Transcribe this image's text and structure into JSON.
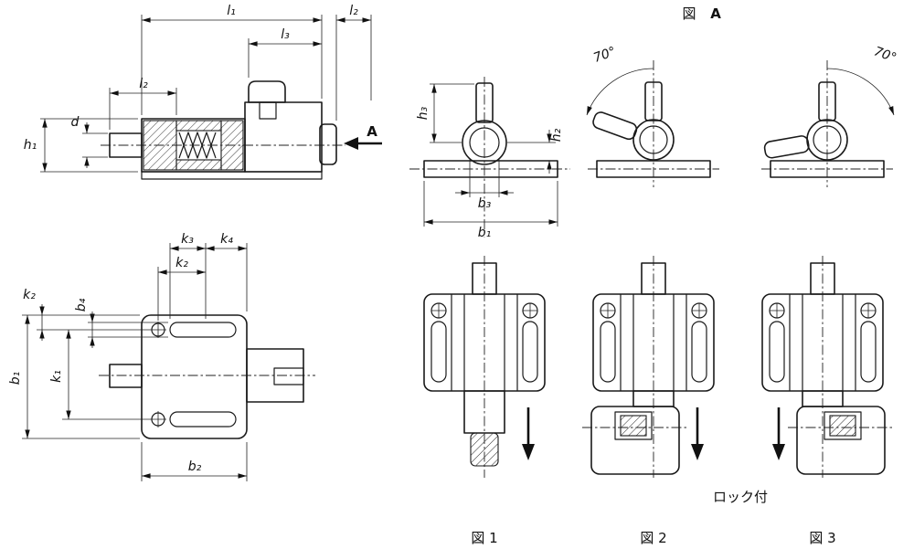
{
  "figure_label": {
    "prefix": "図",
    "letter": "A"
  },
  "view_a": {
    "arrow_label": "A",
    "angle_left": "70°",
    "angle_right": "70°"
  },
  "dimensions": {
    "l1": "l₁",
    "l2": "l₂",
    "l3": "l₃",
    "d": "d",
    "h1": "h₁",
    "h2": "h₂",
    "h3": "h₃",
    "b1": "b₁",
    "b2": "b₂",
    "b3": "b₃",
    "b4": "b₄",
    "k1": "k₁",
    "k2": "k₂",
    "k3": "k₃",
    "k4": "k₄"
  },
  "figures": {
    "fig1": "図 1",
    "fig2": "図 2",
    "fig3": "図 3",
    "lock_note": "ロック付"
  }
}
